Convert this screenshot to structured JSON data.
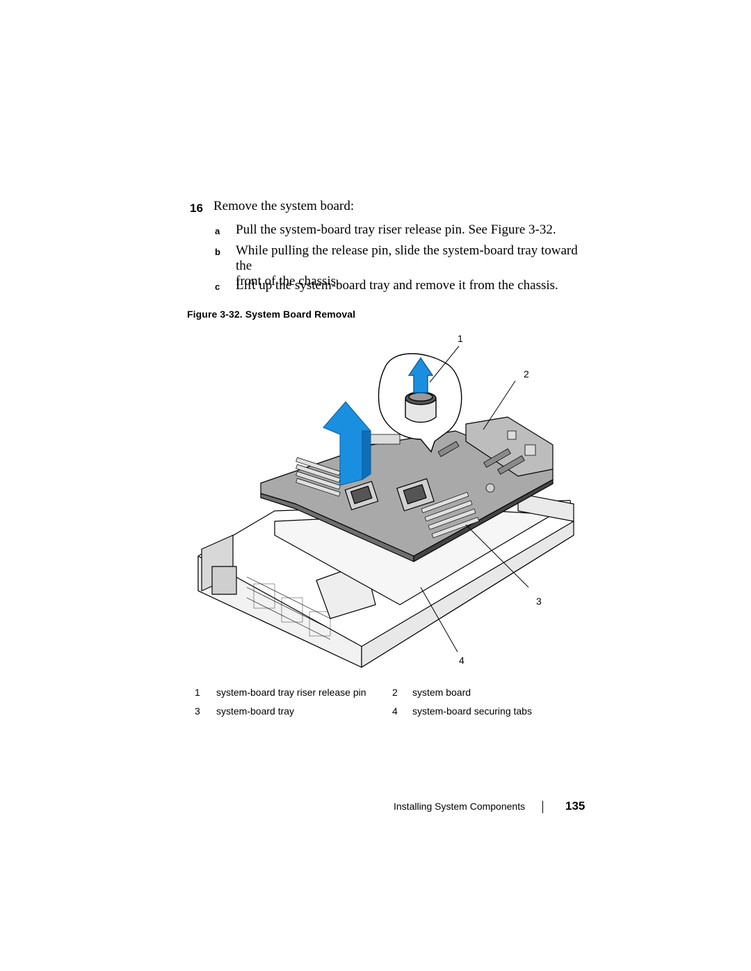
{
  "step": {
    "number": "16",
    "text": "Remove the system board:",
    "substeps": [
      {
        "letter": "a",
        "lines": [
          "Pull the system-board tray riser release pin. See Figure 3-32."
        ]
      },
      {
        "letter": "b",
        "lines": [
          "While pulling the release pin, slide the system-board tray toward the",
          "front of the chassis."
        ]
      },
      {
        "letter": "c",
        "lines": [
          "Lift up the system-board tray and remove it from the chassis."
        ]
      }
    ]
  },
  "figure": {
    "caption": "Figure 3-32.    System Board Removal",
    "callouts": [
      "1",
      "2",
      "3",
      "4"
    ],
    "legend": [
      {
        "num": "1",
        "text": "system-board tray riser release pin",
        "num2": "2",
        "text2": "system board"
      },
      {
        "num": "3",
        "text": "system-board tray",
        "num2": "4",
        "text2": "system-board securing tabs"
      }
    ]
  },
  "footer": {
    "section": "Installing System Components",
    "page": "135"
  },
  "colors": {
    "arrow": "#1a8fe0",
    "board": "#a9a9a9",
    "chassis": "#ffffff"
  }
}
